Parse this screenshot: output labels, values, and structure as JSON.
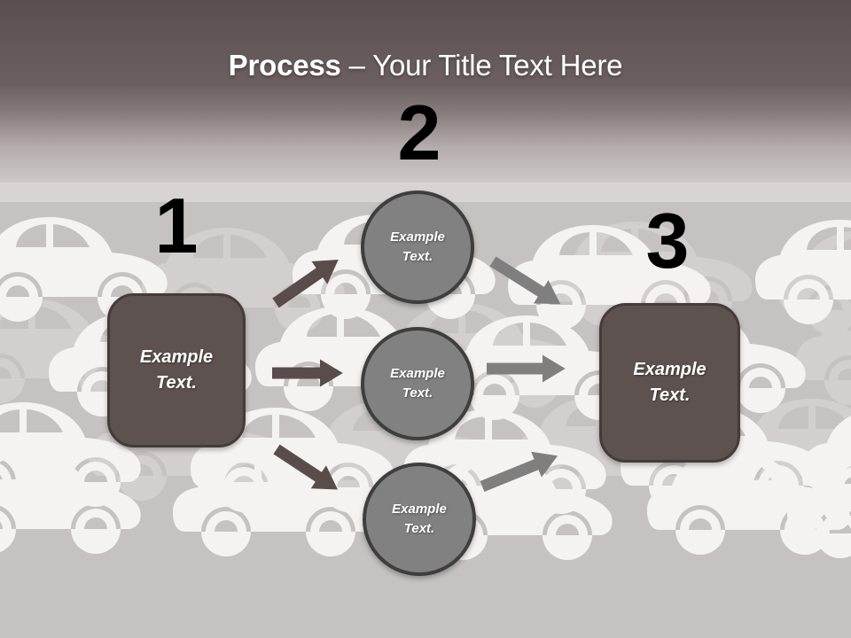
{
  "title": {
    "bold": "Process",
    "rest": " – Your Title Text Here"
  },
  "steps": [
    {
      "number": "1"
    },
    {
      "number": "2"
    },
    {
      "number": "3"
    }
  ],
  "left_box": {
    "text": "Example Text."
  },
  "right_box": {
    "text": "Example Text."
  },
  "circles": [
    {
      "text": "Example Text."
    },
    {
      "text": "Example Text."
    },
    {
      "text": "Example Text."
    }
  ],
  "icons": {
    "background_pattern": "car-icon",
    "connectors": "arrow-right-icon"
  },
  "colors": {
    "header_gradient_top": "#5b5150",
    "header_gradient_bottom": "#d2cccc",
    "light_band": "#d9d4d4",
    "background": "#c5c2c1",
    "car_white": "#f5f3f2",
    "car_gray": "#d2cfce",
    "box_fill": "#5d5250",
    "box_border": "#453b3a",
    "circle_fill": "#818181",
    "circle_border": "#3e3e3e",
    "arrow_dark": "#5a4c4a",
    "arrow_gray": "#7f7f7f",
    "number_color": "#000000",
    "title_color": "#ffffff"
  }
}
